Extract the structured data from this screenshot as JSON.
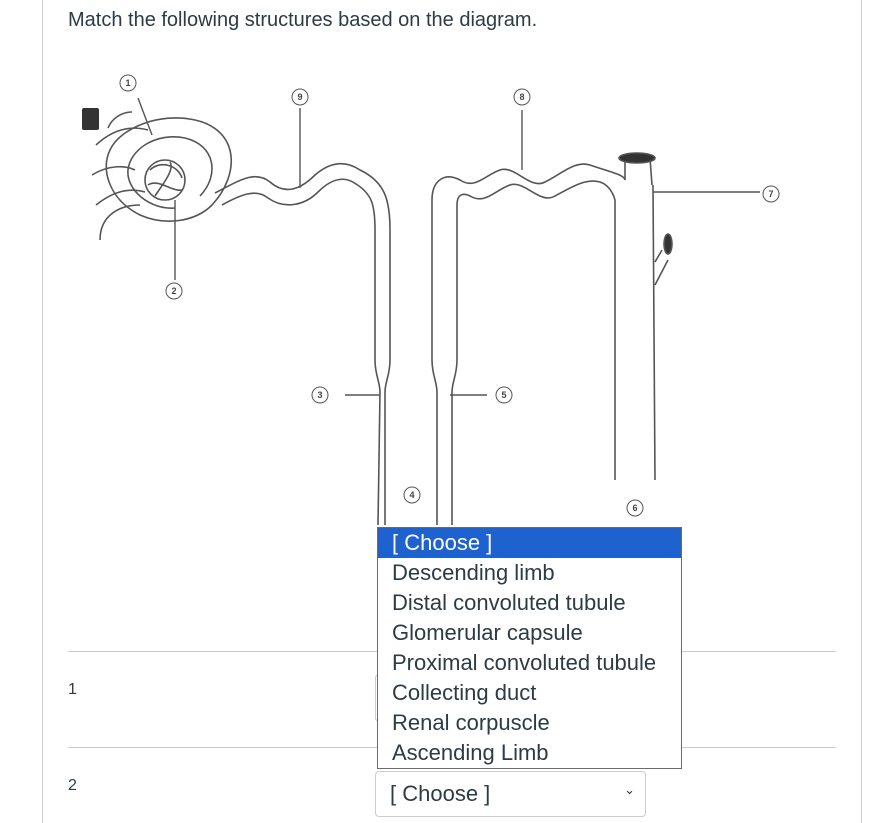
{
  "question": {
    "prompt": "Match the following structures based on the diagram."
  },
  "diagram": {
    "labels": [
      "1",
      "2",
      "3",
      "4",
      "5",
      "6",
      "7",
      "8",
      "9"
    ]
  },
  "dropdown": {
    "options": [
      "[ Choose ]",
      "Descending limb",
      "Distal convoluted tubule",
      "Glomerular capsule",
      "Proximal convoluted tubule",
      "Collecting duct",
      "Renal corpuscle",
      "Ascending Limb"
    ],
    "selected_index": 0
  },
  "rows": [
    {
      "number": "1"
    },
    {
      "number": "2",
      "value": "[ Choose ]"
    }
  ],
  "colors": {
    "highlight": "#1e62d0",
    "text": "#2d3b45",
    "border": "#c7cdd1"
  }
}
